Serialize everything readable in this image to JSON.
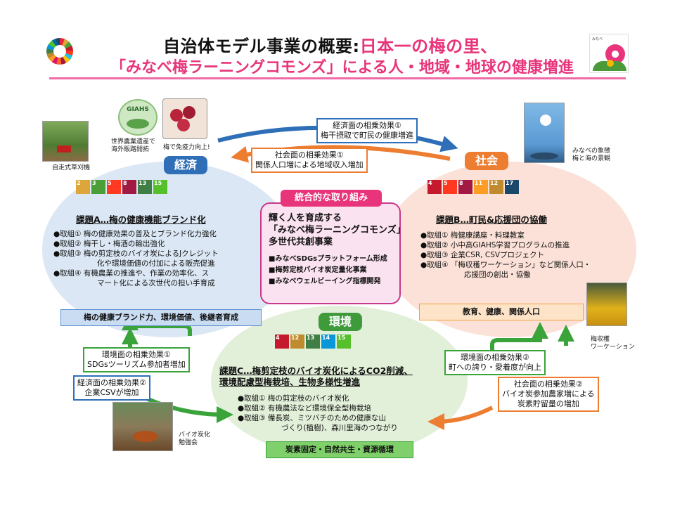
{
  "title": {
    "line1_prefix": "自治体モデル事業の概要:",
    "line1_suffix": "日本一の梅の里、",
    "line2": "「みなべ梅ラーニングコモンズ」による人・地域・地球の健康増進"
  },
  "labels": {
    "economy": "経済",
    "society": "社会",
    "environment": "環境",
    "integrated": "統合的な取り組み"
  },
  "captions": {
    "giahs_logo": "GIAHS",
    "heritage": "世界農業遺産で\n海外販路開拓",
    "umeboshi": "梅で免疫力向上!",
    "mower": "自走式草刈機",
    "minabe": "みなべの象徴\n梅と海の景観",
    "harvest": "梅収穫\nワーケーション",
    "biochar": "バイオ炭化\n勉強会"
  },
  "integrated": {
    "heading": "輝く人を育成する\n「みなべ梅ラーニングコモンズ」\n多世代共創事業",
    "items": [
      "■みなべSDGsプラットフォーム形成",
      "■梅剪定枝バイオ炭定量化事業",
      "■みなべウェルビーイング指標開発"
    ]
  },
  "task_a": {
    "title": "課題A…梅の健康機能ブランド化",
    "items": [
      "●取組①  梅の健康効果の普及とブランド化力強化",
      "●取組②  梅干し・梅酒の輸出強化",
      "●取組③  梅の剪定枝のバイオ炭によるJクレジット",
      "化や環境価値の付加による販売促進",
      "●取組④  有機農業の推進や、作業の効率化、ス",
      "マート化による次世代の担い手育成"
    ],
    "bar": "梅の健康ブランド力、環境価値、後継者育成"
  },
  "task_b": {
    "title": "課題B…町民&応援団の協働",
    "items": [
      "●取組①  梅健康講座・料理教室",
      "●取組②  小中高GIAHS学習プログラムの推進",
      "●取組③  企業CSR, CSVプロジェクト",
      "●取組④  「梅収穫ワーケーション」など関係人口・",
      "応援団の創出・協働"
    ],
    "bar": "教育、健康、関係人口"
  },
  "task_c": {
    "title": "課題C…梅剪定枝のバイオ炭化によるCO2削減、\n環境配慮型梅栽培、生物多様性増進",
    "items": [
      "●取組①  梅の剪定枝のバイオ炭化",
      "●取組②  有機農法など環境保全型梅栽培",
      "●取組③  備長炭、ミツバチのための健康な山",
      "づくり(植樹)、森川里海のつながり"
    ],
    "bar": "炭素固定・自然共生・資源循環"
  },
  "synergy": {
    "econ1": "経済面の相乗効果①\n梅干摂取で町民の健康増進",
    "soc1": "社会面の相乗効果①\n関係人口増による地域収入増加",
    "env1": "環境面の相乗効果①\nSDGsツーリズム参加者増加",
    "econ2": "経済面の相乗効果②\n企業CSVが増加",
    "env2": "環境面の相乗効果②\n町への誇り・愛着度が向上",
    "soc2": "社会面の相乗効果②\nバイオ炭参加農家増による\n炭素貯留量の増加"
  },
  "sdg_icons": {
    "econ": [
      {
        "n": "2",
        "color": "#dda63a"
      },
      {
        "n": "3",
        "color": "#4c9f38"
      },
      {
        "n": "5",
        "color": "#ff3a21"
      },
      {
        "n": "8",
        "color": "#a21942"
      },
      {
        "n": "13",
        "color": "#3f7e44"
      },
      {
        "n": "15",
        "color": "#56c02b"
      }
    ],
    "soc": [
      {
        "n": "4",
        "color": "#c5192d"
      },
      {
        "n": "5",
        "color": "#ff3a21"
      },
      {
        "n": "8",
        "color": "#a21942"
      },
      {
        "n": "11",
        "color": "#fd9d24"
      },
      {
        "n": "12",
        "color": "#bf8b2e"
      },
      {
        "n": "17",
        "color": "#19486a"
      }
    ],
    "env": [
      {
        "n": "4",
        "color": "#c5192d"
      },
      {
        "n": "12",
        "color": "#bf8b2e"
      },
      {
        "n": "13",
        "color": "#3f7e44"
      },
      {
        "n": "14",
        "color": "#0a97d9"
      },
      {
        "n": "15",
        "color": "#56c02b"
      }
    ]
  },
  "colors": {
    "economy": "#2e6fb8",
    "society": "#ed7d31",
    "environment": "#3e9a3a",
    "integrated": "#e8347a"
  }
}
